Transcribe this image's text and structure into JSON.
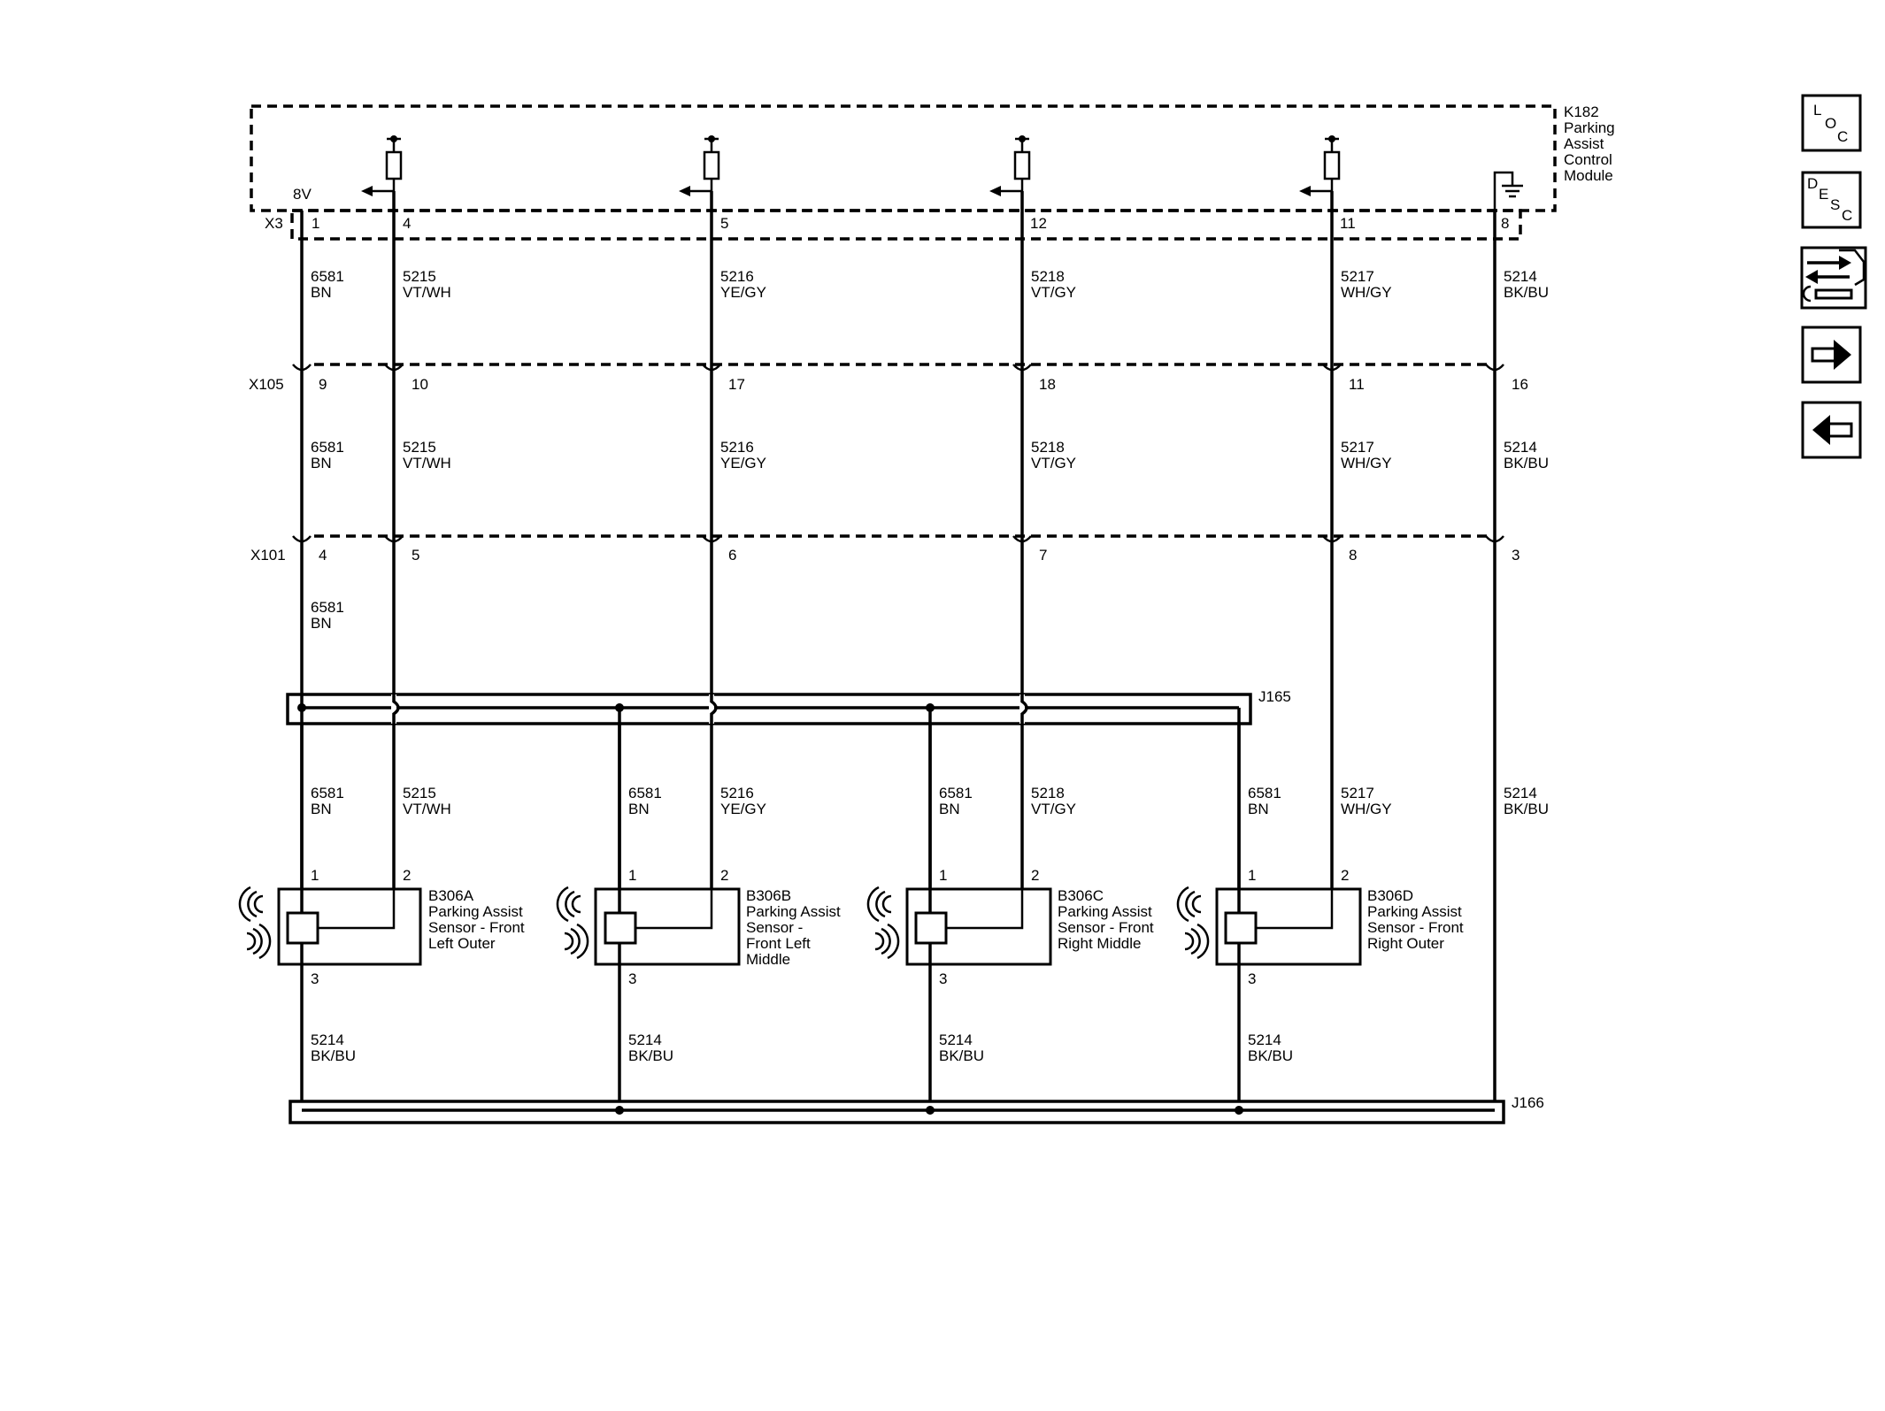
{
  "module": {
    "label_lines": [
      "K182",
      "Parking",
      "Assist",
      "Control",
      "Module"
    ],
    "connector": "X3",
    "voltage": "8V",
    "pins": [
      "1",
      "4",
      "5",
      "12",
      "11",
      "8"
    ]
  },
  "inline_connectors": [
    {
      "name": "X105",
      "pins": [
        "9",
        "10",
        "17",
        "18",
        "11",
        "16"
      ]
    },
    {
      "name": "X101",
      "pins": [
        "4",
        "5",
        "6",
        "7",
        "8",
        "3"
      ]
    }
  ],
  "wires": [
    {
      "circuit": "6581",
      "color": "BN"
    },
    {
      "circuit": "5215",
      "color": "VT/WH"
    },
    {
      "circuit": "5216",
      "color": "YE/GY"
    },
    {
      "circuit": "5218",
      "color": "VT/GY"
    },
    {
      "circuit": "5217",
      "color": "WH/GY"
    },
    {
      "circuit": "5214",
      "color": "BK/BU"
    }
  ],
  "splices": {
    "power": "J165",
    "ground": "J166"
  },
  "sensors": [
    {
      "id": "B306A",
      "desc_lines": [
        "Parking Assist",
        "Sensor - Front",
        "Left Outer"
      ],
      "pins": [
        "1",
        "2",
        "3"
      ]
    },
    {
      "id": "B306B",
      "desc_lines": [
        "Parking Assist",
        "Sensor -",
        "Front Left",
        "Middle"
      ],
      "pins": [
        "1",
        "2",
        "3"
      ]
    },
    {
      "id": "B306C",
      "desc_lines": [
        "Parking Assist",
        "Sensor - Front",
        "Right Middle"
      ],
      "pins": [
        "1",
        "2",
        "3"
      ]
    },
    {
      "id": "B306D",
      "desc_lines": [
        "Parking Assist",
        "Sensor - Front",
        "Right Outer"
      ],
      "pins": [
        "1",
        "2",
        "3"
      ]
    }
  ],
  "nav": {
    "loc": [
      "L",
      "O",
      "C"
    ],
    "desc": [
      "D",
      "E",
      "S",
      "C"
    ]
  }
}
